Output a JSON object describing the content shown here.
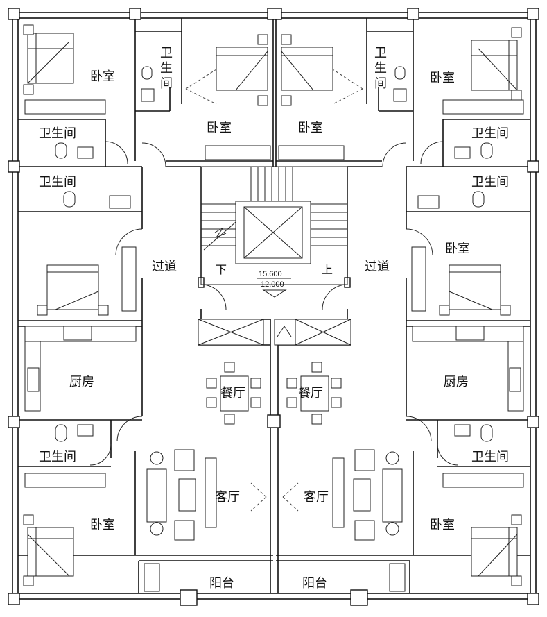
{
  "rooms": {
    "bed_tl": "卧室",
    "bath_tl_a": "卫生间",
    "bath_tl_b": "卫生间",
    "bed_top_l": "卧室",
    "bed_top_r": "卧室",
    "bath_top_l_v": [
      "卫",
      "生",
      "间"
    ],
    "bath_top_r_v": [
      "卫",
      "生",
      "间"
    ],
    "bed_tr": "卧室",
    "bath_tr_a": "卫生间",
    "bath_tr_b": "卫生间",
    "bed_mr": "卧室",
    "corridor_l": "过道",
    "corridor_r": "过道",
    "kitchen_l": "厨房",
    "kitchen_r": "厨房",
    "dining_l": "餐厅",
    "dining_r": "餐厅",
    "bath_bl": "卫生间",
    "bath_br": "卫生间",
    "living_l": "客厅",
    "living_r": "客厅",
    "bed_bl": "卧室",
    "bed_br": "卧室",
    "balcony_l": "阳台",
    "balcony_r": "阳台"
  },
  "stair": {
    "down": "下",
    "up": "上",
    "elev_upper": "15.600",
    "elev_lower": "12.000"
  }
}
